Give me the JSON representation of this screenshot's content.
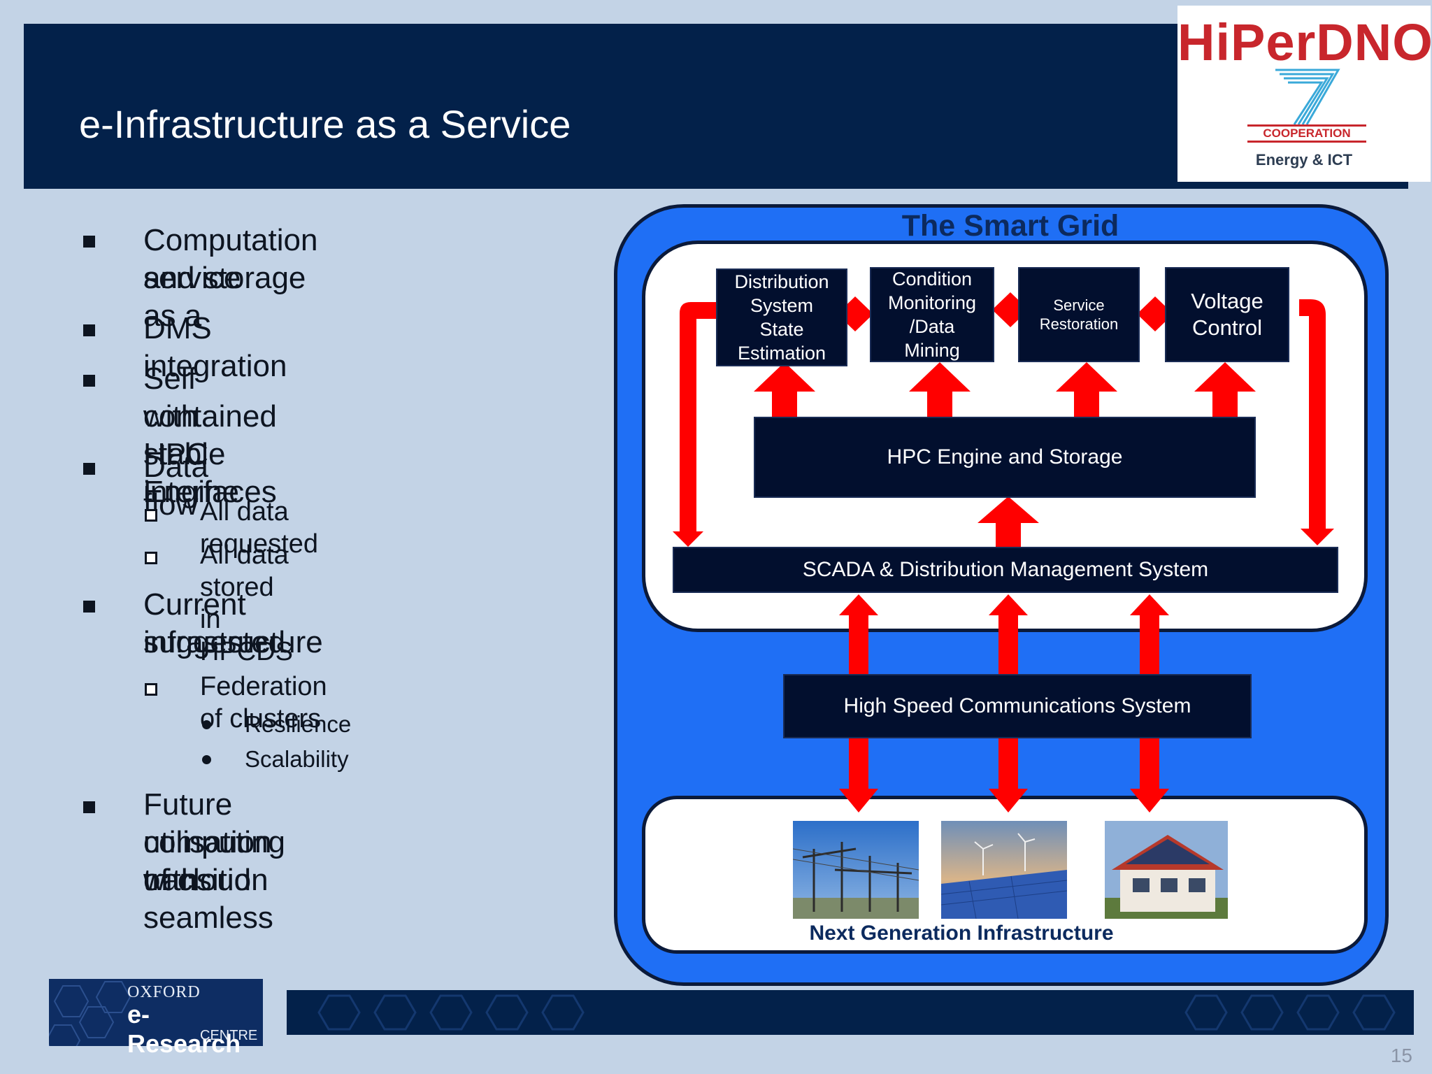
{
  "slide": {
    "title": "e-Infrastructure as a Service",
    "page_number": "15"
  },
  "logos": {
    "hiperdno": {
      "name": "HiPerDNO",
      "cooperation": "COOPERATION",
      "tagline": "Energy & ICT"
    },
    "oxford": {
      "line1": "OXFORD",
      "line2": "e-Research",
      "line3": "CENTRE"
    }
  },
  "bullets": {
    "computation": [
      "Computation and storage as a",
      "service"
    ],
    "dms": "DMS integration",
    "hpc": [
      "Self contained HPC Engine",
      "with stable interfaces"
    ],
    "dataflow": "Data flow",
    "requested": "All data requested",
    "stored": "All data stored in HPCDS",
    "current": [
      "Current suggested",
      "infrastructure"
    ],
    "federation": "Federation of clusters",
    "resilience": "Resilience",
    "scalability": "Scalability",
    "future": [
      "Future utilisation of cloud",
      "computing with seamless",
      "transition"
    ]
  },
  "diagram": {
    "title": "The Smart Grid",
    "boxes": {
      "dsse": [
        "Distribution",
        "System",
        "State",
        "Estimation"
      ],
      "cm": [
        "Condition",
        "Monitoring",
        "/Data",
        "Mining"
      ],
      "sr": [
        "Service",
        "Restoration"
      ],
      "vc": [
        "Voltage",
        "Control"
      ],
      "hpc": "HPC Engine and Storage",
      "scada": "SCADA & Distribution Management System",
      "hscs": "High Speed Communications System"
    },
    "footer_label": "Next Generation Infrastructure"
  },
  "colors": {
    "header_bg": "#03214a",
    "slide_bg": "#c3d3e6",
    "diagram_blue": "#1f6ff5",
    "arrow_red": "#ff0000",
    "box_dark": "#020f2e"
  }
}
